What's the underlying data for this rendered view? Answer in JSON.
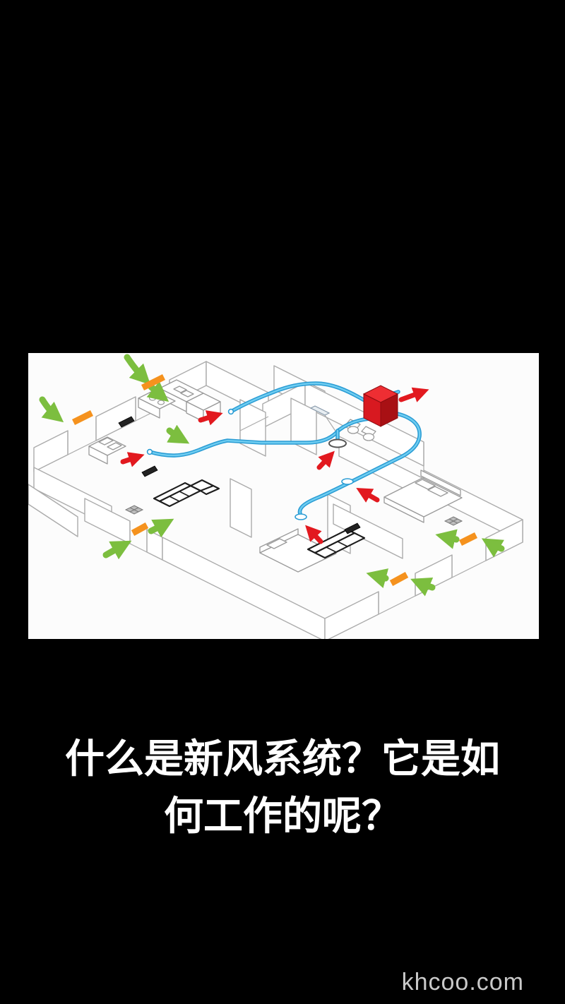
{
  "frame": {
    "background": "#000000"
  },
  "diagram": {
    "name": "fresh-air-ventilation-system-isometric-floorplan",
    "panel_background": "#fcfcfc",
    "colors": {
      "duct_blue": "#45b4e6",
      "duct_blue_dark": "#2a9cd4",
      "exhaust_arrow_red": "#e2191f",
      "fresh_air_arrow_green": "#7cbe3f",
      "window_vent_orange": "#f5921e",
      "wall_line_gray": "#ababab",
      "hrv_unit_red": "#d81920",
      "furniture_dark": "#1d1d1d"
    },
    "elements": {
      "hrv_unit": "red cube on top wall",
      "exhaust_arrows": 6,
      "fresh_air_arrows": 10,
      "window_vents": 5,
      "ceiling_diffusers": 3
    }
  },
  "caption": {
    "line1": "什么是新风系统？它是如",
    "line2": "何工作的呢？",
    "color": "#ffffff"
  },
  "watermark": {
    "text": "khcoo.com",
    "color": "#c9c9c9"
  }
}
